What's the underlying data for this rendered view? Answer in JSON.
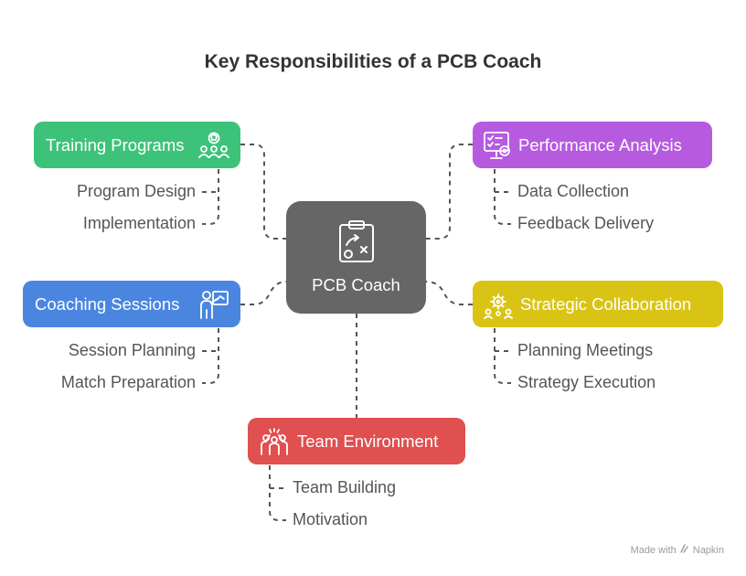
{
  "title": "Key Responsibilities of a PCB Coach",
  "center": {
    "label": "PCB Coach",
    "icon": "clipboard-play-icon"
  },
  "branches": [
    {
      "key": "training",
      "label": "Training Programs",
      "color": "#3dc27a",
      "icon": "team-ball-icon",
      "items": [
        "Program Design",
        "Implementation"
      ]
    },
    {
      "key": "performance",
      "label": "Performance Analysis",
      "color": "#b65ae0",
      "icon": "monitor-checklist-icon",
      "items": [
        "Data Collection",
        "Feedback Delivery"
      ]
    },
    {
      "key": "coaching",
      "label": "Coaching Sessions",
      "color": "#4a86e0",
      "icon": "presenter-board-icon",
      "items": [
        "Session Planning",
        "Match Preparation"
      ]
    },
    {
      "key": "strategic",
      "label": "Strategic Collaboration",
      "color": "#d9c416",
      "icon": "group-gear-icon",
      "items": [
        "Planning Meetings",
        "Strategy Execution"
      ]
    },
    {
      "key": "team",
      "label": "Team Environment",
      "color": "#e05050",
      "icon": "team-celebration-icon",
      "items": [
        "Team Building",
        "Motivation"
      ]
    }
  ],
  "footer": {
    "made_with": "Made with",
    "brand": "Napkin"
  }
}
